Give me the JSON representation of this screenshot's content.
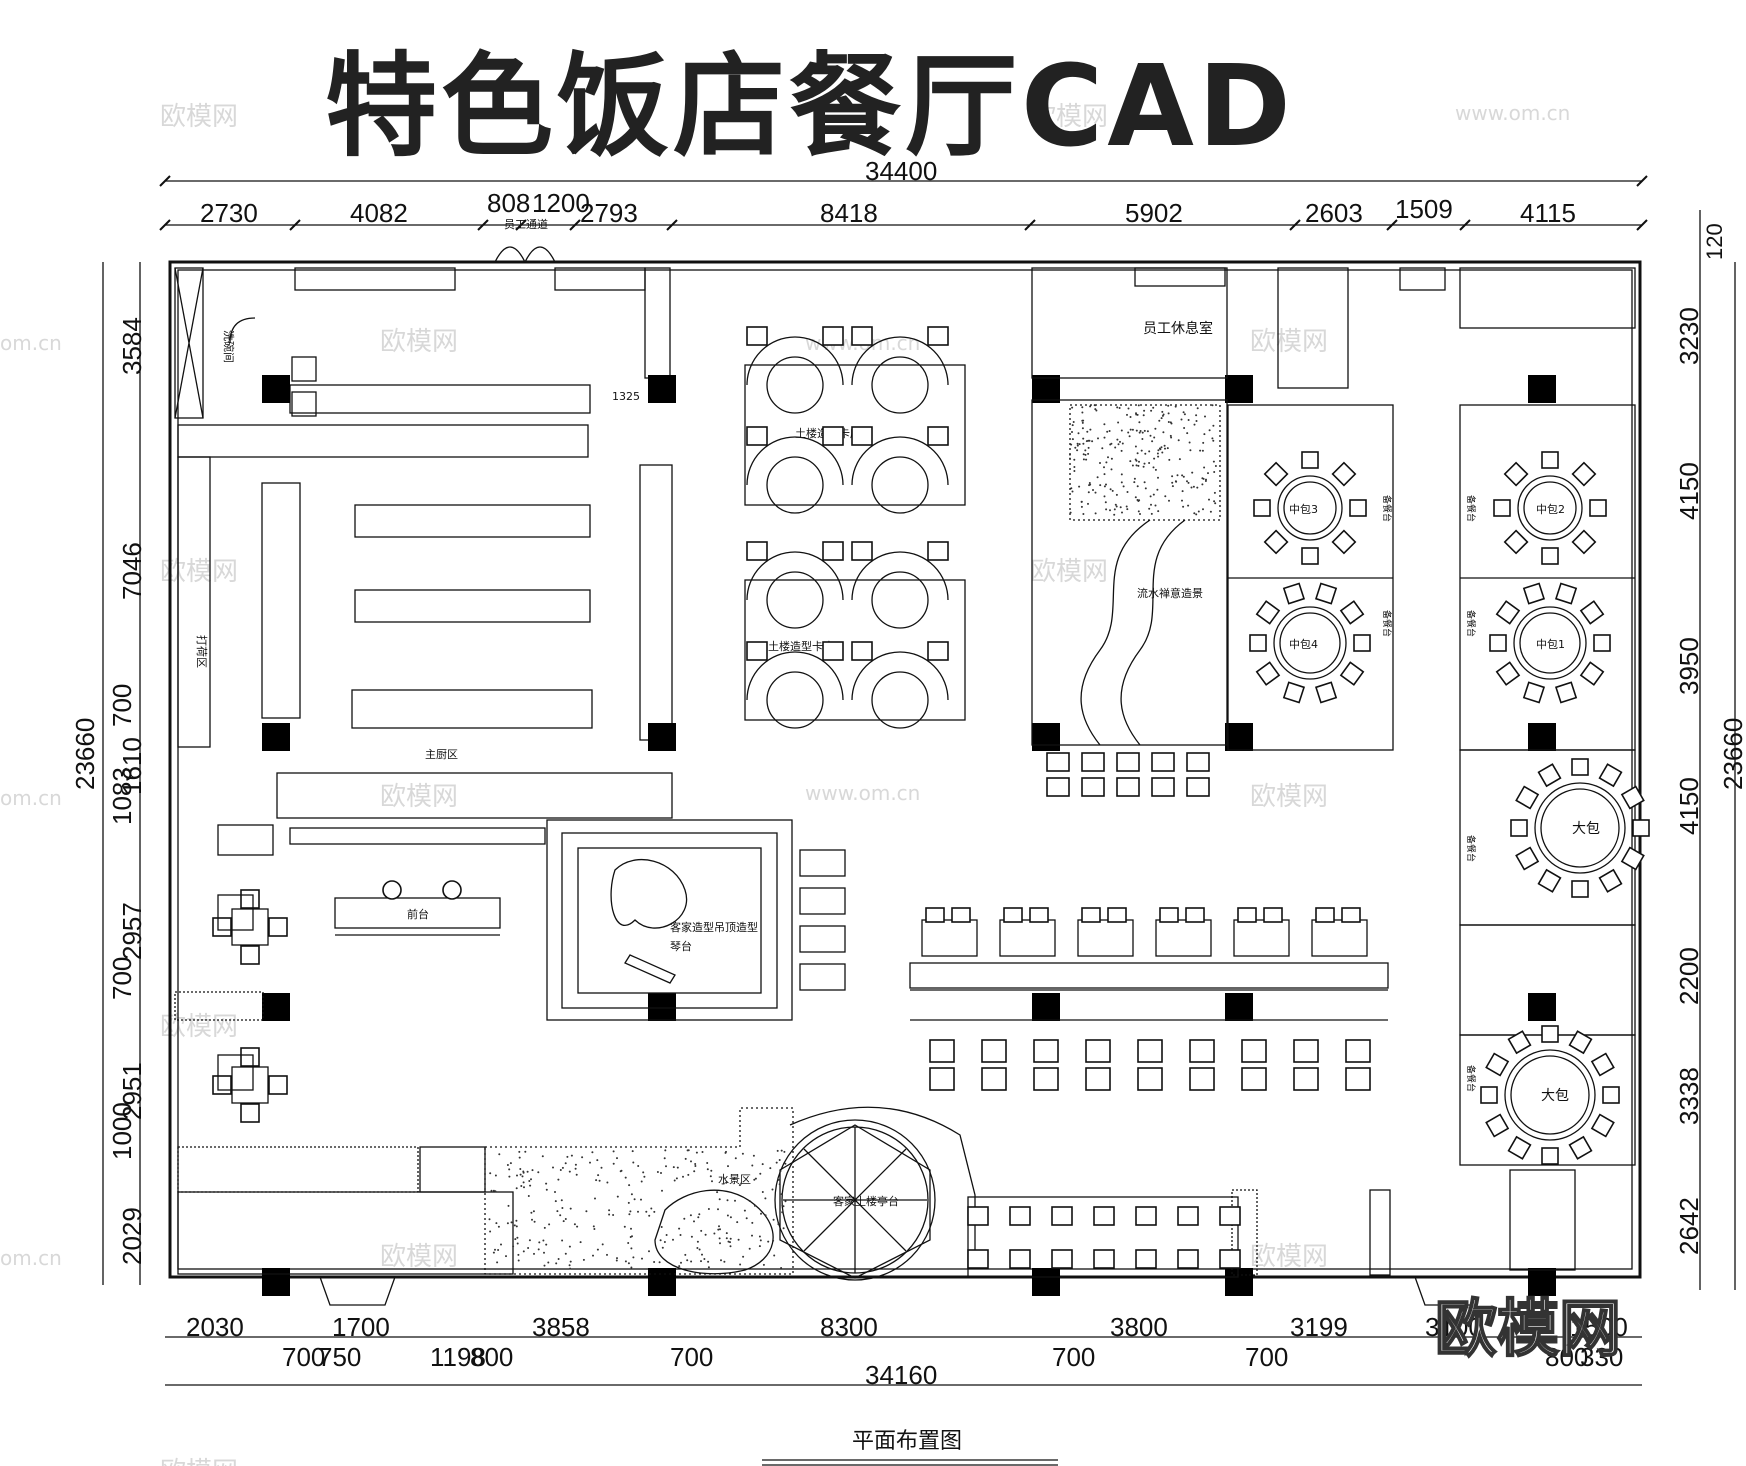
{
  "title": "特色饭店餐厅CAD",
  "dimensions": {
    "top_total": "34400",
    "top_segments": [
      "2730",
      "4082",
      "808",
      "1200",
      "2793",
      "8418",
      "5902",
      "2603",
      "1509",
      "4115"
    ],
    "bottom_segments": [
      "2030",
      "1700",
      "3858",
      "8300",
      "3800",
      "3199",
      "3100",
      "1500"
    ],
    "bottom_sub": [
      "700",
      "750",
      "1198",
      "800",
      "700",
      "700",
      "700",
      "800",
      "330"
    ],
    "bottom_total": "34160",
    "left_segments": [
      "3584",
      "7046",
      "700",
      "1610",
      "1083",
      "2957",
      "700",
      "2951",
      "1000",
      "2029"
    ],
    "left_total": "23660",
    "right_segments": [
      "120",
      "3230",
      "4150",
      "3950",
      "4150",
      "2200",
      "3338",
      "2642"
    ],
    "right_total": "23660",
    "corner_dim": "1325"
  },
  "rooms": {
    "staff_passage": "员工通道",
    "staff_lounge": "员工休息室",
    "booth_1": "土楼造型卡座",
    "booth_2": "土楼造型卡座",
    "zen_landscape": "流水禅意造景",
    "private_mid_3": "中包3",
    "private_mid_2": "中包2",
    "private_mid_4": "中包4",
    "private_mid_1": "中包1",
    "private_large_1": "大包",
    "private_large_2": "大包",
    "reception": "前台",
    "piano_stage": "客家造型吊顶造型",
    "piano": "琴台",
    "water_feature": "水景区",
    "pavilion": "客家土楼亭台",
    "kitchen_main": "主厨区",
    "kitchen_prep": "打荷区",
    "dishwash": "洗碗间",
    "sideboard": "备餐台"
  },
  "caption": "平面布置图",
  "watermarks": [
    "欧模网",
    "www.om.cn",
    "om.cn"
  ],
  "logo": "欧模网"
}
